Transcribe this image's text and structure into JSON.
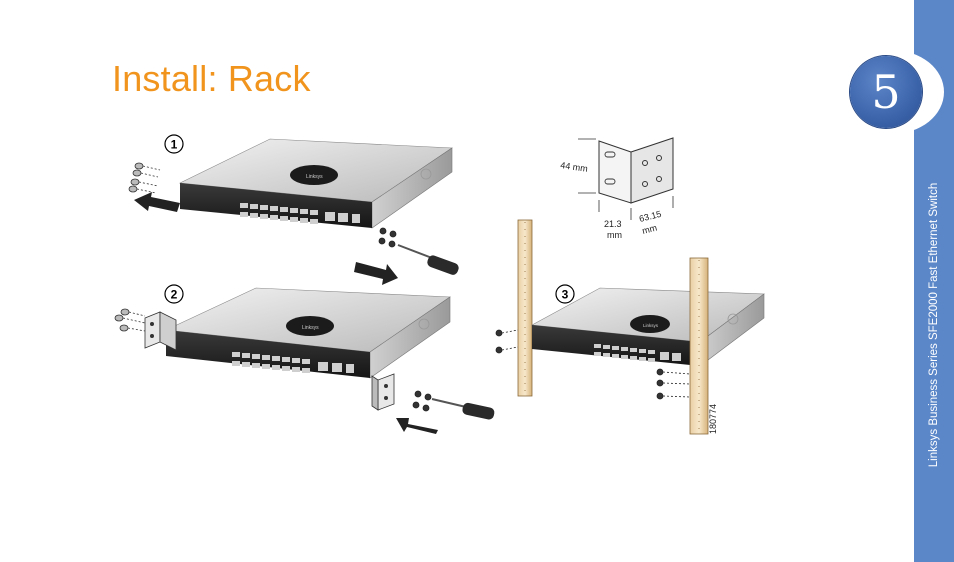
{
  "page": {
    "title": "Install: Rack",
    "step_number": "5",
    "side_text": "Linksys Business Series SFE2000 Fast Ethernet Switch"
  },
  "figure": {
    "steps": [
      "1",
      "2",
      "3"
    ],
    "bracket_dims": {
      "height": "44 mm",
      "width_a_value": "21.3",
      "width_a_unit": "mm",
      "width_b_value": "63.15",
      "width_b_unit": "mm"
    },
    "figure_id": "180774"
  },
  "colors": {
    "title": "#f0941e",
    "side_band": "#5b87c9",
    "badge": "#3b64ab"
  }
}
